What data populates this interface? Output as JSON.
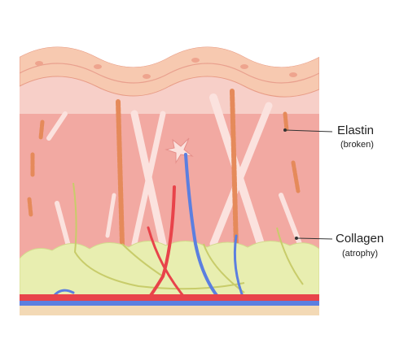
{
  "labels": [
    {
      "id": "elastin",
      "title": "Elastin",
      "subtitle": "(broken)"
    },
    {
      "id": "collagen",
      "title": "Collagen",
      "subtitle": "(atrophy)"
    }
  ],
  "colors": {
    "epidermis": "#f7c9b0",
    "dermis": "#f2a9a2",
    "dermis_light": "#f7cfc8",
    "fat": "#e8eeb0",
    "elastin": "#e58a5a",
    "collagen": "#fbe2de",
    "artery": "#e8434a",
    "vein": "#5b7fe0",
    "nerve": "#c8cc6a"
  }
}
